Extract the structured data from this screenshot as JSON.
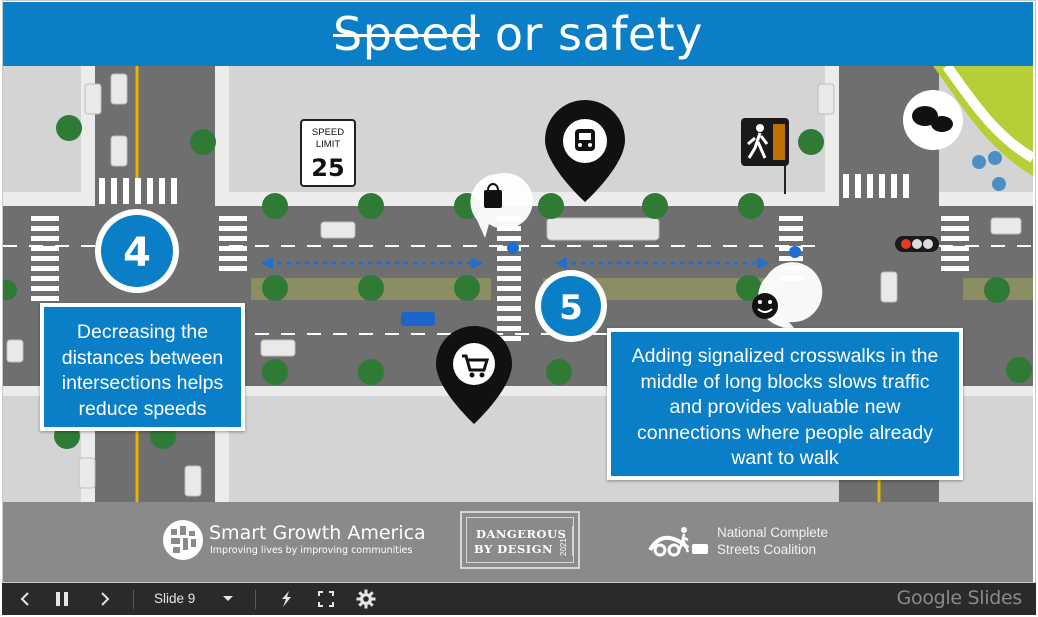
{
  "slide": {
    "title_struck": "Speed",
    "title_rest": " or safety",
    "sign": {
      "line1": "SPEED",
      "line2": "LIMIT",
      "value": "25"
    },
    "badge4": "4",
    "badge5": "5",
    "callout4": [
      "Decreasing the",
      "distances between",
      "intersections helps",
      "reduce speeds"
    ],
    "callout5": [
      "Adding signalized crosswalks in the",
      "middle of long blocks slows traffic",
      "and provides valuable new",
      "connections where people already",
      "want to walk"
    ]
  },
  "footer": {
    "sga_name": "Smart Growth America",
    "sga_tagline": "Improving lives by improving communities",
    "dbd_line1": "DANGEROUS",
    "dbd_line2": "BY DESIGN",
    "dbd_year": "2021",
    "ncsc_line1": "National Complete",
    "ncsc_line2": "Streets Coalition"
  },
  "controls": {
    "slide_label": "Slide 9",
    "brand": "Google Slides",
    "icons": [
      "chevron-left-icon",
      "pause-icon",
      "chevron-right-icon",
      "chevron-down-icon",
      "laser-pointer-icon",
      "fullscreen-icon",
      "gear-icon"
    ]
  },
  "colors": {
    "accent": "#0a7fc7",
    "road": "#6e6e6e",
    "sidewalk": "#e3e3e3",
    "tree": "#2f7a35",
    "footer": "#8a8a8a",
    "controls": "#2a2a2a"
  }
}
